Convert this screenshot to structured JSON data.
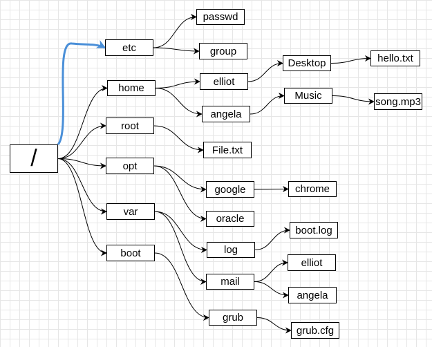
{
  "tree": {
    "nodes": [
      {
        "id": "root",
        "label": "/"
      },
      {
        "id": "etc",
        "label": "etc"
      },
      {
        "id": "home",
        "label": "home"
      },
      {
        "id": "rootdir",
        "label": "root"
      },
      {
        "id": "opt",
        "label": "opt"
      },
      {
        "id": "var",
        "label": "var"
      },
      {
        "id": "boot",
        "label": "boot"
      },
      {
        "id": "passwd",
        "label": "passwd"
      },
      {
        "id": "group",
        "label": "group"
      },
      {
        "id": "elliot",
        "label": "elliot"
      },
      {
        "id": "angela",
        "label": "angela"
      },
      {
        "id": "desktop",
        "label": "Desktop"
      },
      {
        "id": "hello",
        "label": "hello.txt"
      },
      {
        "id": "music",
        "label": "Music"
      },
      {
        "id": "song",
        "label": "song.mp3"
      },
      {
        "id": "file",
        "label": "File.txt"
      },
      {
        "id": "google",
        "label": "google"
      },
      {
        "id": "chrome",
        "label": "chrome"
      },
      {
        "id": "oracle",
        "label": "oracle"
      },
      {
        "id": "log",
        "label": "log"
      },
      {
        "id": "bootlog",
        "label": "boot.log"
      },
      {
        "id": "mail",
        "label": "mail"
      },
      {
        "id": "elliot2",
        "label": "elliot"
      },
      {
        "id": "angela2",
        "label": "angela"
      },
      {
        "id": "grub",
        "label": "grub"
      },
      {
        "id": "grubcfg",
        "label": "grub.cfg"
      }
    ],
    "edges": [
      {
        "from": "root",
        "to": "etc",
        "highlight": true
      },
      {
        "from": "root",
        "to": "home"
      },
      {
        "from": "root",
        "to": "rootdir"
      },
      {
        "from": "root",
        "to": "opt"
      },
      {
        "from": "root",
        "to": "var"
      },
      {
        "from": "root",
        "to": "boot"
      },
      {
        "from": "etc",
        "to": "passwd"
      },
      {
        "from": "etc",
        "to": "group"
      },
      {
        "from": "home",
        "to": "elliot"
      },
      {
        "from": "home",
        "to": "angela"
      },
      {
        "from": "elliot",
        "to": "desktop"
      },
      {
        "from": "desktop",
        "to": "hello"
      },
      {
        "from": "angela",
        "to": "music"
      },
      {
        "from": "music",
        "to": "song"
      },
      {
        "from": "rootdir",
        "to": "file"
      },
      {
        "from": "opt",
        "to": "google"
      },
      {
        "from": "opt",
        "to": "oracle"
      },
      {
        "from": "google",
        "to": "chrome"
      },
      {
        "from": "var",
        "to": "log"
      },
      {
        "from": "var",
        "to": "mail"
      },
      {
        "from": "log",
        "to": "bootlog"
      },
      {
        "from": "mail",
        "to": "elliot2"
      },
      {
        "from": "mail",
        "to": "angela2"
      },
      {
        "from": "boot",
        "to": "grub"
      },
      {
        "from": "grub",
        "to": "grubcfg"
      }
    ]
  },
  "colors": {
    "highlight_edge": "#4a8fd8",
    "edge": "#000000",
    "grid": "#e6e6e6"
  }
}
